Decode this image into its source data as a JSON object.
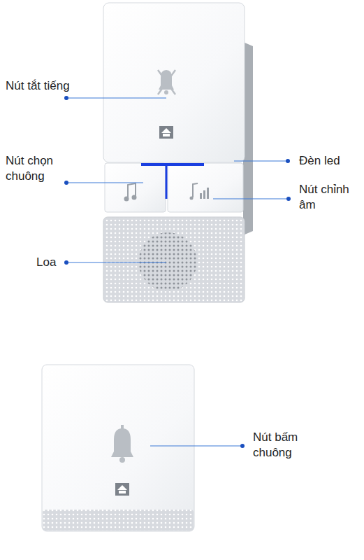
{
  "diagram": {
    "labels": [
      "Nút tắt tiếng",
      "Nút chọn chuông",
      "Đèn led",
      "Nút chỉnh âm",
      "Loa",
      "Nút bấm chuông"
    ]
  }
}
